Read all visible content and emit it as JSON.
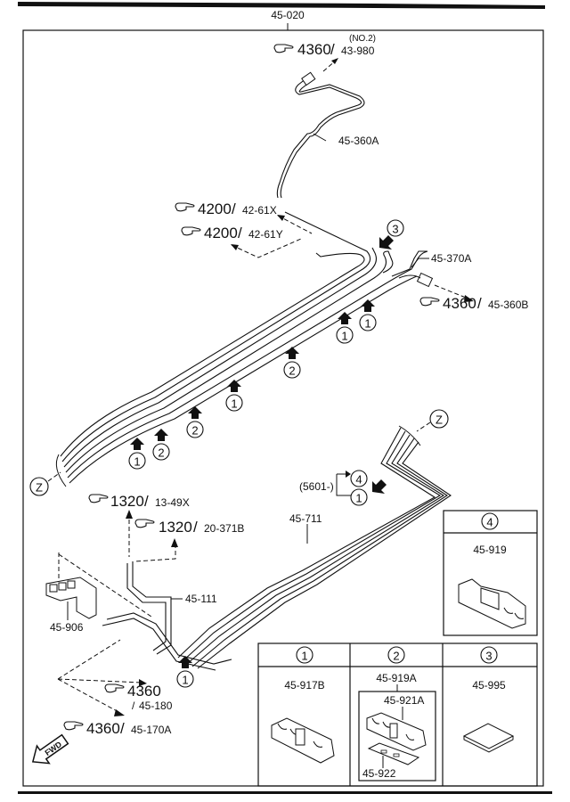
{
  "diagram": {
    "top_part": "45-020",
    "callouts": [
      {
        "id": "ref-43-980",
        "page": "4360",
        "part": "43-980",
        "note": "(NO.2)"
      },
      {
        "id": "ref-42-61x",
        "page": "4200",
        "part": "42-61X"
      },
      {
        "id": "ref-42-61y",
        "page": "4200",
        "part": "42-61Y"
      },
      {
        "id": "ref-45-360b",
        "page": "4360",
        "part": "45-360B"
      },
      {
        "id": "ref-13-49x",
        "page": "1320",
        "part": "13-49X"
      },
      {
        "id": "ref-20-371b",
        "page": "1320",
        "part": "20-371B"
      },
      {
        "id": "ref-45-180",
        "page": "4360",
        "part": "45-180"
      },
      {
        "id": "ref-45-170a",
        "page": "4360",
        "part": "45-170A"
      }
    ],
    "part_labels": {
      "p45_360a": "45-360A",
      "p45_370a": "45-370A",
      "p45_711": "45-711",
      "p45_111": "45-111",
      "p45_906": "45-906"
    },
    "connector_marker": "Z",
    "serial_note": "(5601-)",
    "clip_markers": {
      "m1": "1",
      "m2": "2",
      "m3": "3",
      "m4": "4"
    },
    "fwd_label": "FWD",
    "legend": [
      {
        "marker": "1",
        "parts": [
          "45-917B"
        ]
      },
      {
        "marker": "2",
        "parts": [
          "45-919A",
          "45-921A",
          "45-922"
        ]
      },
      {
        "marker": "3",
        "parts": [
          "45-995"
        ]
      },
      {
        "marker": "4",
        "parts": [
          "45-919"
        ]
      }
    ]
  }
}
